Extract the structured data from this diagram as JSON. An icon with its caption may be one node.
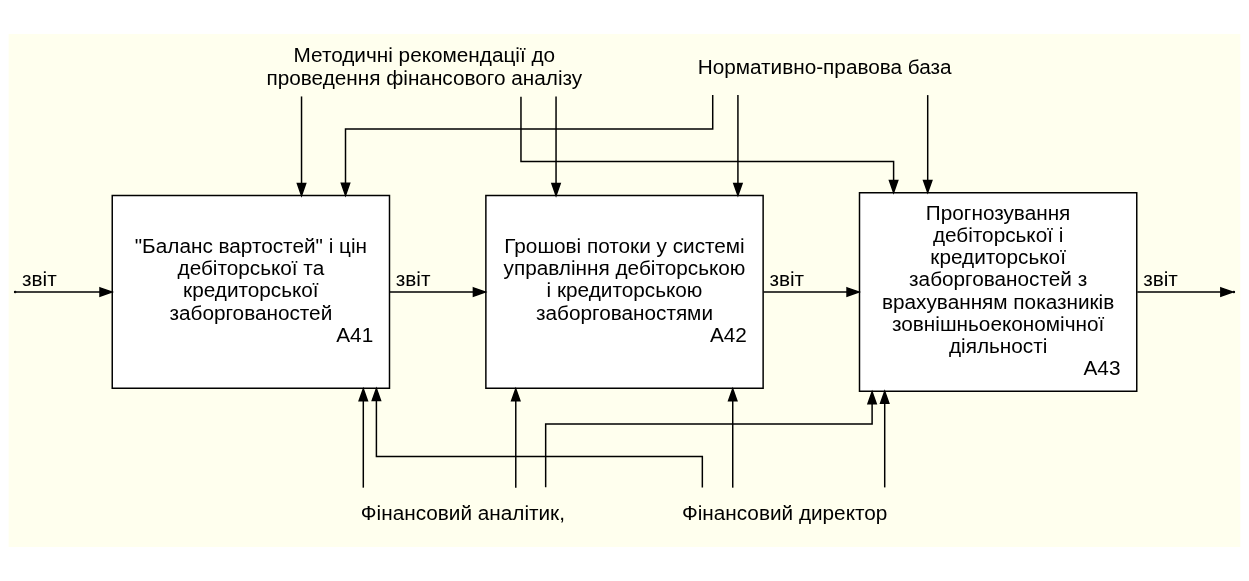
{
  "diagram": {
    "nodes": [
      {
        "text": [
          "\"Баланс вартостей\" і цін дебіторської та кредиторської заборгованостей",
          "A41"
        ]
      },
      {
        "text": [
          "Грошові потоки у системі управління дебіторською і кредиторською заборгованостями",
          "A42"
        ]
      },
      {
        "text": [
          "Прогнозування дебіторської і кредиторської заборгованостей з врахуванням показників зовнішньоекономічної діяльності",
          "A43"
        ]
      },
      {
        "text": [
          "Методичні рекомендації до проведення фінансового аналізу"
        ]
      },
      {
        "text": [
          "Нормативно-правова база"
        ]
      },
      {
        "text": [
          "Фінансовий аналітик,"
        ]
      },
      {
        "text": [
          "Фінансовий директор"
        ]
      }
    ],
    "edges": [
      {
        "from": null,
        "to": 0,
        "arrow": "to",
        "label": "звіт"
      },
      {
        "from": 0,
        "to": 1,
        "arrow": "to",
        "label": "звіт"
      },
      {
        "from": 1,
        "to": 2,
        "arrow": "to",
        "label": "звіт"
      },
      {
        "from": 2,
        "to": null,
        "arrow": "to",
        "label": "звіт"
      },
      {
        "from": 3,
        "to": 0,
        "arrow": "to"
      },
      {
        "from": 3,
        "to": 1,
        "arrow": "to"
      },
      {
        "from": 3,
        "to": 2,
        "arrow": "to"
      },
      {
        "from": 4,
        "to": 0,
        "arrow": "to"
      },
      {
        "from": 4,
        "to": 1,
        "arrow": "to"
      },
      {
        "from": 4,
        "to": 2,
        "arrow": "to"
      },
      {
        "from": 5,
        "to": 0,
        "arrow": "to"
      },
      {
        "from": 5,
        "to": 1,
        "arrow": "to"
      },
      {
        "from": 5,
        "to": 2,
        "arrow": "to"
      },
      {
        "from": 6,
        "to": 0,
        "arrow": "to"
      },
      {
        "from": 6,
        "to": 1,
        "arrow": "to"
      },
      {
        "from": 6,
        "to": 2,
        "arrow": "to"
      }
    ]
  }
}
